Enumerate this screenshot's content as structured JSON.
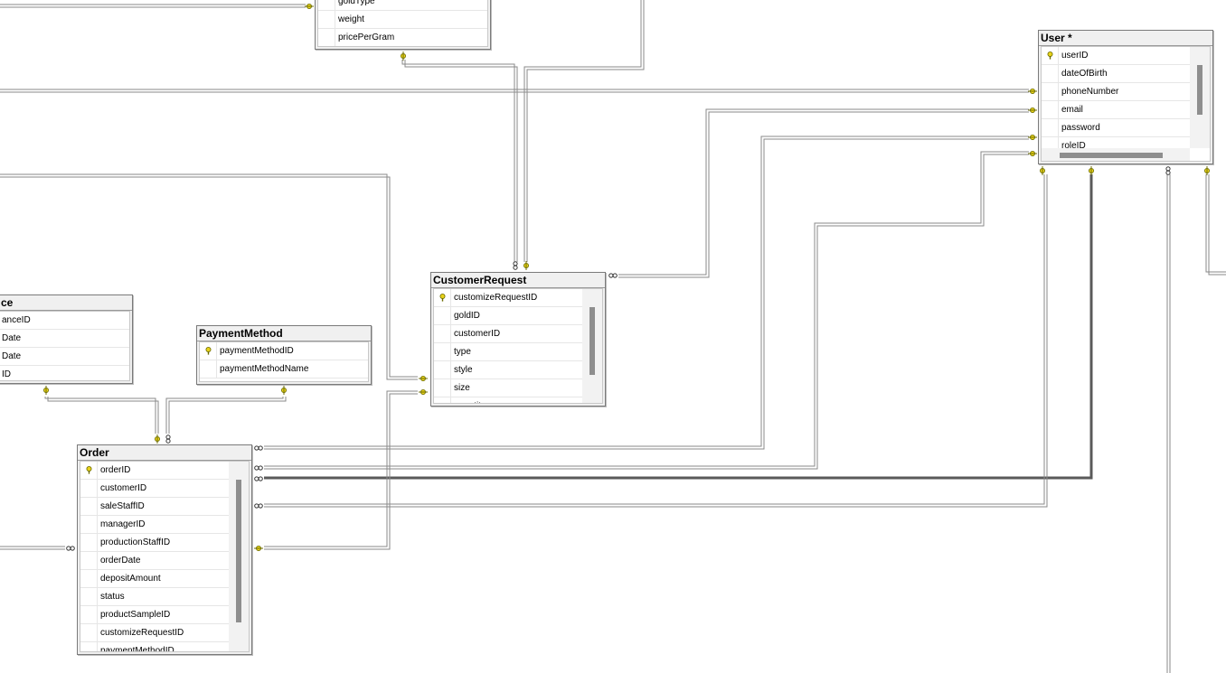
{
  "tables": {
    "gold": {
      "rows": [
        "goldType",
        "weight",
        "pricePerGram"
      ]
    },
    "user": {
      "title": "User *",
      "rows": [
        "userID",
        "dateOfBirth",
        "phoneNumber",
        "email",
        "password",
        "roleID"
      ]
    },
    "customerRequest": {
      "title": "CustomerRequest",
      "rows": [
        "customizeRequestID",
        "goldID",
        "customerID",
        "type",
        "style",
        "size",
        "quantity"
      ]
    },
    "partial": {
      "title": "ce",
      "rows": [
        "anceID",
        "Date",
        "Date",
        "ID"
      ]
    },
    "paymentMethod": {
      "title": "PaymentMethod",
      "rows": [
        "paymentMethodID",
        "paymentMethodName"
      ]
    },
    "order": {
      "title": "Order",
      "rows": [
        "orderID",
        "customerID",
        "saleStaffID",
        "managerID",
        "productionStaffID",
        "orderDate",
        "depositAmount",
        "status",
        "productSampleID",
        "customizeRequestID",
        "paymentMethodID"
      ]
    }
  },
  "colors": {
    "line": "#8a8a8a",
    "key": "#e8d21a",
    "keyStroke": "#6b6b00",
    "tableBorder": "#7a7a7a"
  },
  "icons": {
    "primaryKey": "key-icon",
    "relationshipOne": "key-end-icon",
    "relationshipMany": "infinity-end-icon"
  }
}
